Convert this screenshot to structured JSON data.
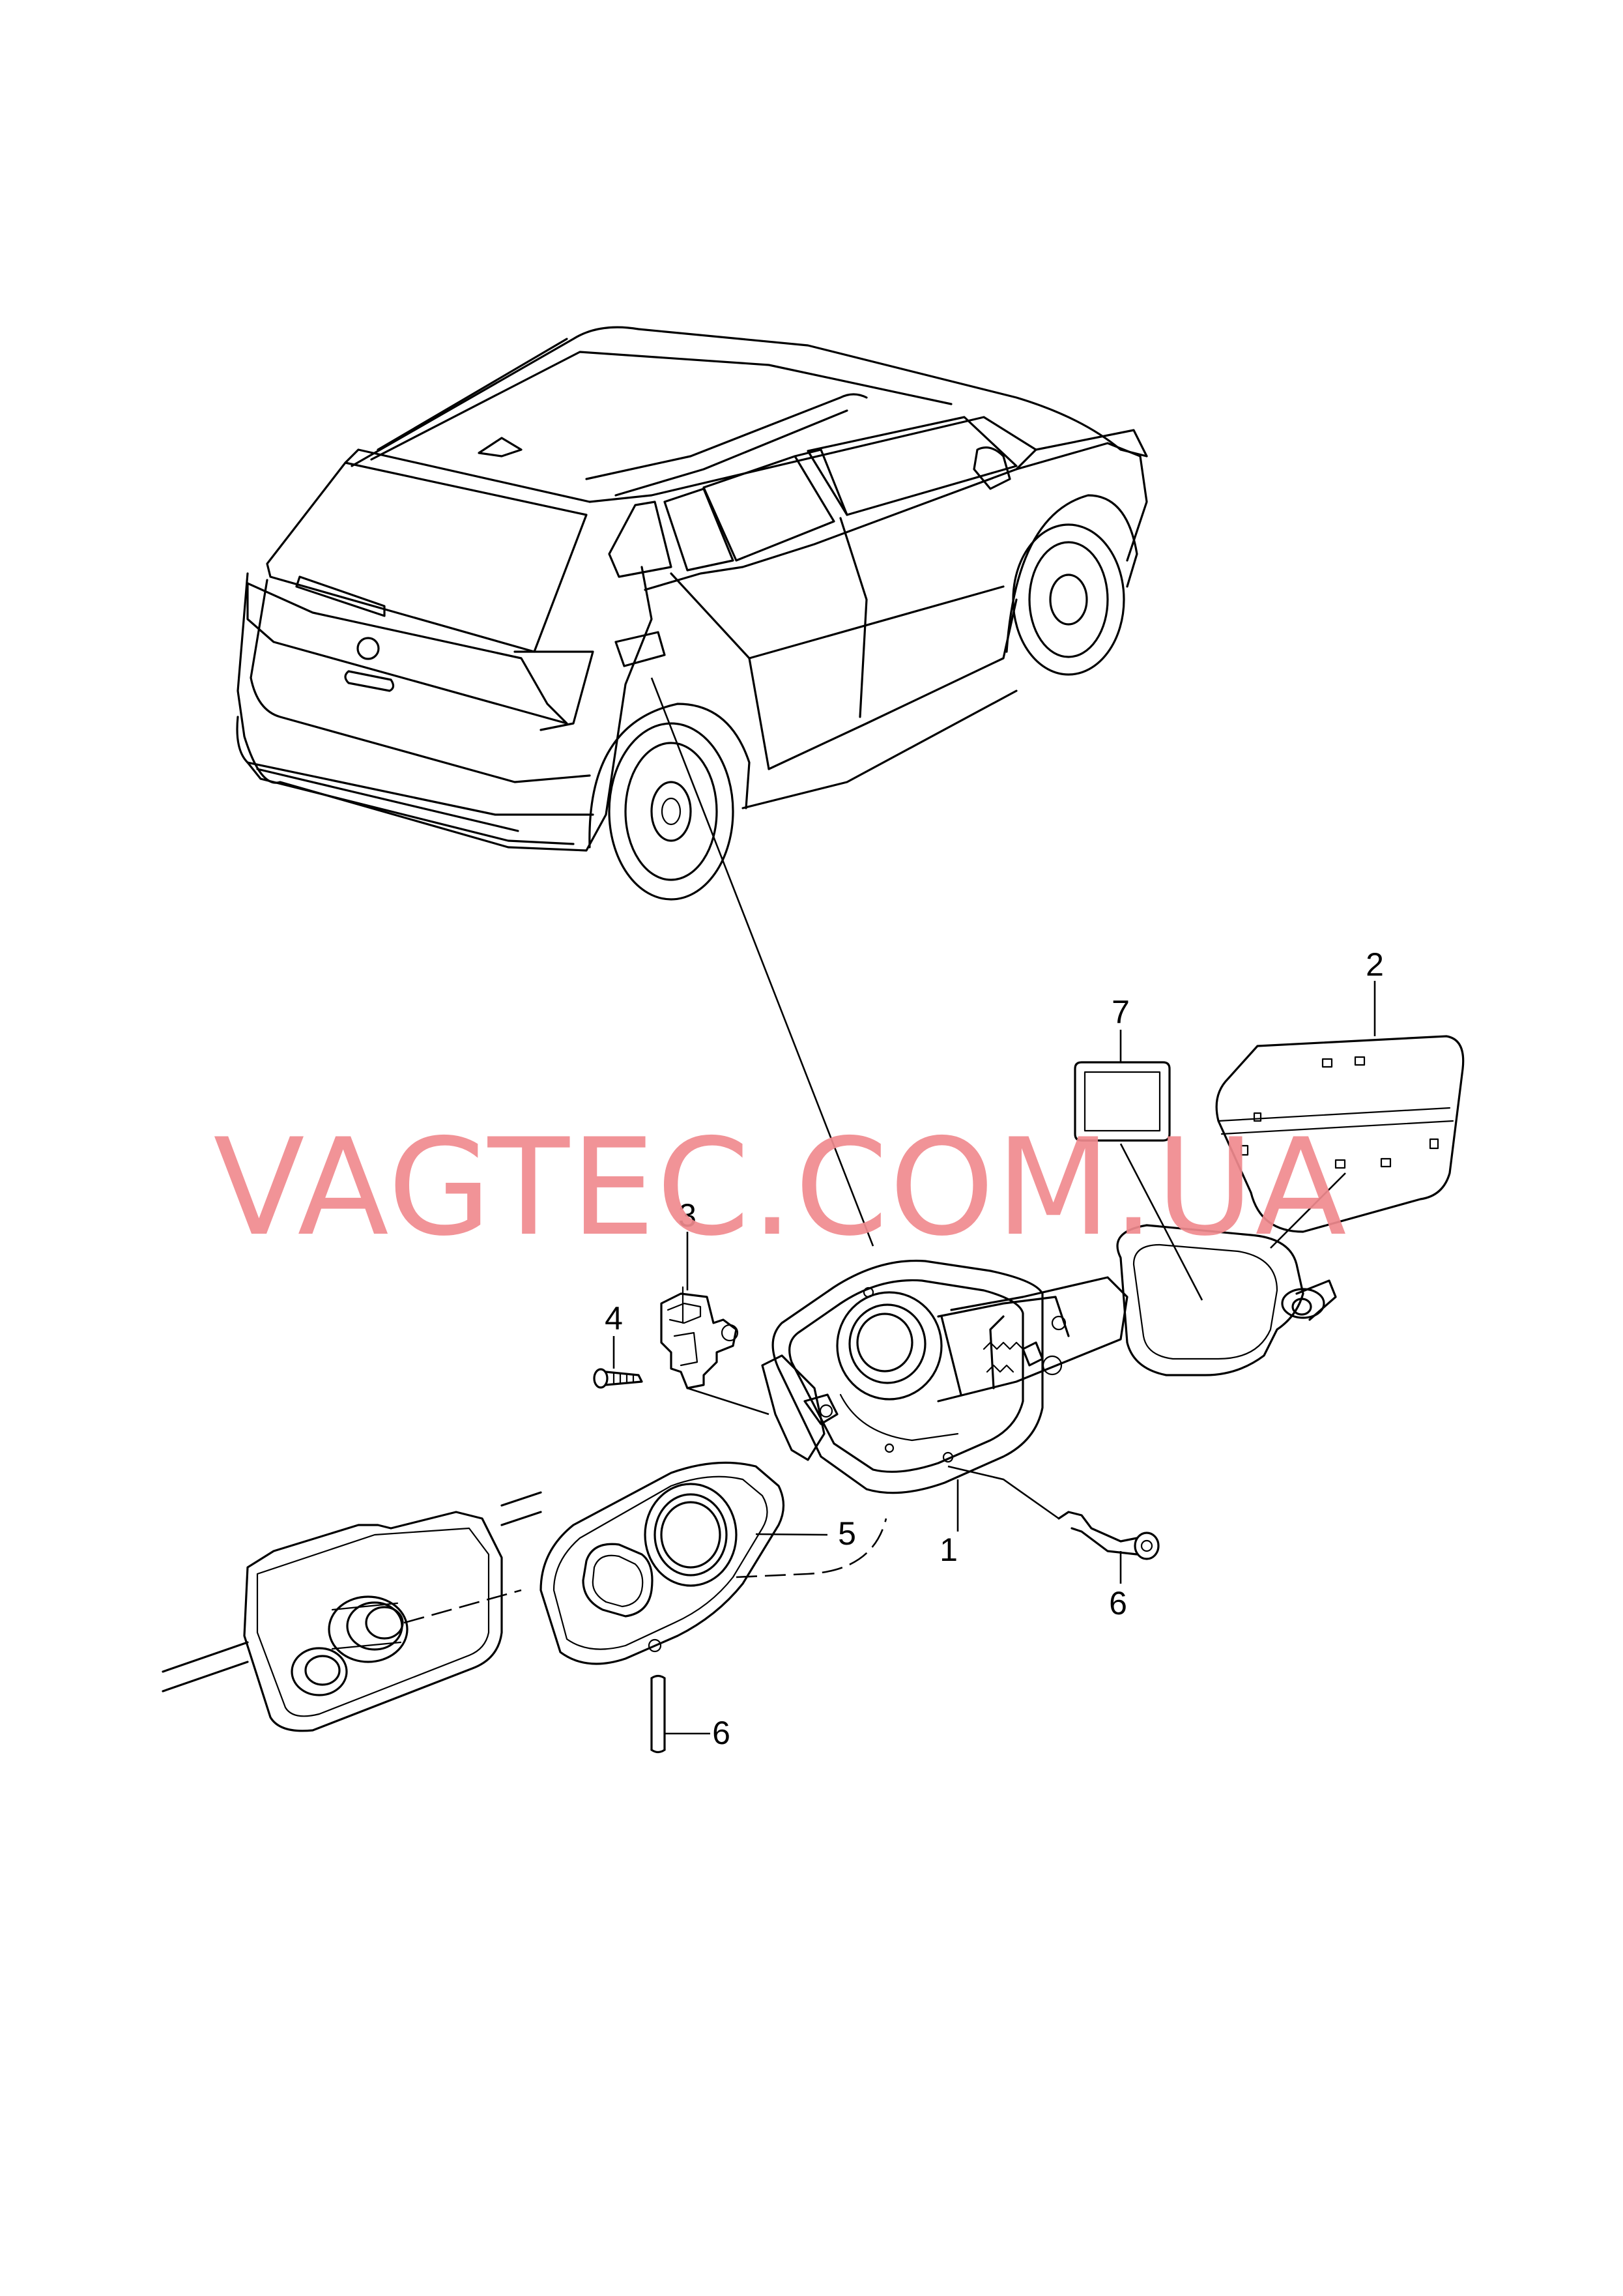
{
  "watermark": "VAGTEC.COM.UA",
  "callouts": {
    "c1": "1",
    "c2": "2",
    "c3": "3",
    "c4": "4",
    "c5": "5",
    "c6a": "6",
    "c6b": "6",
    "c7": "7"
  },
  "colors": {
    "lines": "#000000",
    "watermark": "#f08a8f",
    "background": "#ffffff"
  }
}
